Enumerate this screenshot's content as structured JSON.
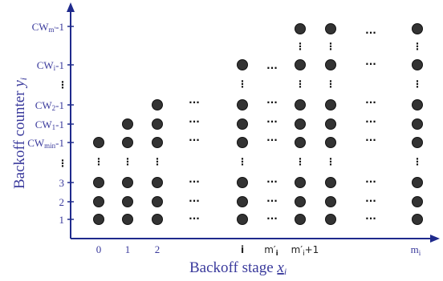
{
  "colors": {
    "axis": "#1f2a8c",
    "label": "#3a3a9c",
    "dot": "#333333",
    "dot_stroke": "#111111"
  },
  "axes": {
    "x_title_main": "Backoff stage ",
    "x_title_var": "x",
    "x_title_sub": "i",
    "y_title_main": "Backoff counter ",
    "y_title_var": "y",
    "y_title_sub": "i"
  },
  "y_ticks": [
    {
      "main": "1",
      "sub": "",
      "tail": ""
    },
    {
      "main": "2",
      "sub": "",
      "tail": ""
    },
    {
      "main": "3",
      "sub": "",
      "tail": ""
    },
    {
      "main": "CW",
      "sub": "min",
      "tail": "-1"
    },
    {
      "main": "CW",
      "sub": "1",
      "tail": "-1"
    },
    {
      "main": "CW",
      "sub": "2",
      "tail": "-1"
    },
    {
      "main": "CW",
      "sub": "i",
      "tail": "-1"
    },
    {
      "main": "CW",
      "sub": "m'",
      "tail": "-1"
    }
  ],
  "x_ticks": [
    {
      "main": "0",
      "sub": "",
      "style": "serif"
    },
    {
      "main": "1",
      "sub": "",
      "style": "serif"
    },
    {
      "main": "2",
      "sub": "",
      "style": "serif"
    },
    {
      "main": "i",
      "sub": "",
      "style": "sans-bold"
    },
    {
      "main": "m′",
      "sub": "i",
      "style": "sans"
    },
    {
      "main": "m′",
      "sub": "i",
      "tail": "+1",
      "style": "sans"
    },
    {
      "main": "m",
      "sub": "i",
      "style": "serif"
    }
  ],
  "ellipsis": "...",
  "vertical_ellipsis": "⋮"
}
